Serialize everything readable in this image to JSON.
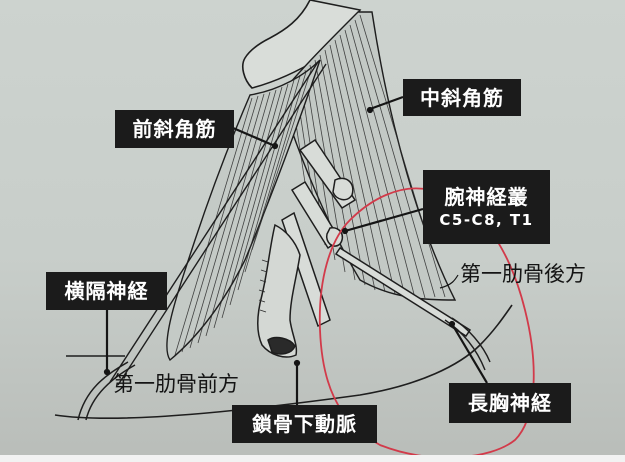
{
  "diagram": {
    "subject": "scalene muscles and brachial plexus anatomy",
    "colors": {
      "background": "#cdd3cf",
      "label_box": "#1b1b1b",
      "label_text": "#ffffff",
      "ink": "#1e1e1e",
      "highlight_outline": "#d23a4a"
    },
    "labels": {
      "middle_scalene": "中斜角筋",
      "anterior_scalene": "前斜角筋",
      "brachial_plexus": "腕神経叢",
      "brachial_plexus_roots": "C5-C8, T1",
      "phrenic_nerve": "横隔神経",
      "subclavian_artery": "鎖骨下動脈",
      "long_thoracic_nerve": "長胸神経"
    },
    "annotations": {
      "first_rib_posterior": "第一肋骨後方",
      "first_rib_anterior": "第一肋骨前方"
    }
  }
}
